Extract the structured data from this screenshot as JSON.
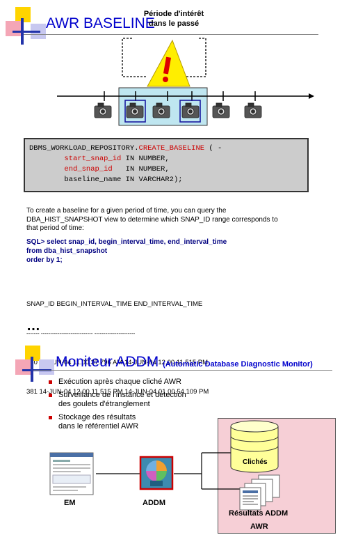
{
  "section1": {
    "title": "AWR BASELINE",
    "annotation_line1": "Période d'intérêt",
    "annotation_line2": "dans le passé"
  },
  "code": {
    "line1_pkg": "DBMS_WORKLOAD_REPOSITORY.",
    "line1_fn": "CREATE_BASELINE",
    "line1_tail": " ( -",
    "line2_param": "start_snap_id",
    "line2_type": " IN NUMBER,",
    "line3_param": "end_snap_id",
    "line3_type": "   IN NUMBER,",
    "line4": "baseline_name IN VARCHAR2);"
  },
  "paragraph": {
    "line1": "To create a baseline for a given period of time, you can query the",
    "line2": "DBA_HIST_SNAPSHOT view to determine which SNAP_ID range corresponds to",
    "line3": "that period of time:"
  },
  "sql": {
    "line1": "SQL> select snap_id, begin_interval_time, end_interval_time",
    "line2": "from dba_hist_snapshot",
    "line3": "order by 1;"
  },
  "output": {
    "header": "SNAP_ID BEGIN_INTERVAL_TIME END_INTERVAL_TIME",
    "separator": "------- ---------------------------- ----------------------",
    "row1": "380 14-JUN-04 11.00.37.796 AM 14-JUN-04 12.00.11.515 PM",
    "row2": "381 14-JUN-04 12.00.11.515 PM 14-JUN-04 01.00.54.109 PM",
    "ellipsis": "…"
  },
  "section2": {
    "title": "Moniteur ADDM",
    "subtitle": "(Automatic Database Diagnostic Monitor)",
    "bullets": [
      "Exécution après chaque cliché AWR",
      "Surveillance de l'instance et détection",
      "des goulets d'étranglement",
      "Stockage des résultats",
      "dans le référentiel AWR"
    ]
  },
  "diagram": {
    "em_label": "EM",
    "addm_label": "ADDM",
    "cliches_label": "Clichés",
    "results_label": "Résultats ADDM",
    "awr_label": "AWR"
  },
  "colors": {
    "title_blue": "#0000cc",
    "code_red": "#cc0000",
    "sql_navy": "#000080",
    "panel_pink": "#f6cfd6",
    "highlight_blue": "#bfe6f0",
    "warning_yellow": "#ffee00"
  }
}
